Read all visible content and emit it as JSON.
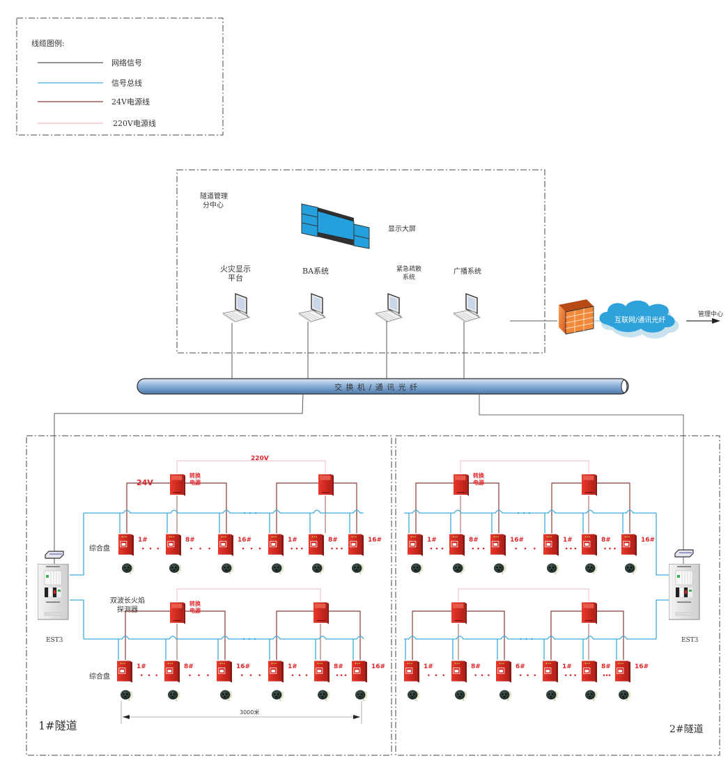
{
  "legend": {
    "title": "线缆图例:",
    "items": [
      {
        "label": "网络信号",
        "color": "#555555"
      },
      {
        "label": "信号总线",
        "color": "#3fa9d9"
      },
      {
        "label": "24V电源线",
        "color": "#8b3a35"
      },
      {
        "label": "220V电源线",
        "color": "#f2b8bd"
      }
    ]
  },
  "center": {
    "title_line1": "隧道管理",
    "title_line2": "分中心",
    "big_screen_label": "显示大屏",
    "workstations": [
      {
        "line1": "火灾显示",
        "line2": "平台"
      },
      {
        "line1": "BA系统",
        "line2": ""
      },
      {
        "line1": "紧急疏散",
        "line2": "系统"
      },
      {
        "line1": "广播系统",
        "line2": ""
      }
    ]
  },
  "external": {
    "cloud_label": "互联网/通讯光纤",
    "destination_label": "管理中心"
  },
  "backbone": {
    "label": "交 换 机 / 通 讯 光 纤"
  },
  "tunnels": [
    {
      "name": "1#隧道",
      "controller_label": "EST3",
      "voltage_24": "24V",
      "voltage_220": "220V",
      "psu_label_line1": "转换",
      "psu_label_line2": "电源",
      "panel_group_label": "综合盘",
      "detector_label_line1": "双波长火焰",
      "detector_label_line2": "探测器",
      "distance_label": "3000米",
      "row1_tags": [
        "1#",
        "8#",
        "16#",
        "1#",
        "8#",
        "16#"
      ],
      "row2_tags": [
        "1#",
        "8#",
        "16#",
        "1#",
        "8#",
        "16#"
      ]
    },
    {
      "name": "2#隧道",
      "controller_label": "EST3",
      "psu_label_line1": "转换",
      "psu_label_line2": "电源",
      "row1_tags": [
        "1#",
        "8#",
        "16#",
        "1#",
        "8#",
        "16#"
      ],
      "row2_tags": [
        "1#",
        "8#",
        "6#",
        "1#",
        "8#",
        "16#"
      ]
    }
  ],
  "colors": {
    "network": "#555555",
    "signal_bus": "#3fa9d9",
    "power_24v": "#8b3a35",
    "power_220v": "#f2b8bd",
    "device_red": "#d42a20",
    "tag_red": "#e0262b",
    "backbone_fill": "#8fb1d6",
    "screen_blue": "#24a0dc",
    "cloud_blue": "#2fa2dc",
    "firewall_orange": "#ee7a2a"
  }
}
